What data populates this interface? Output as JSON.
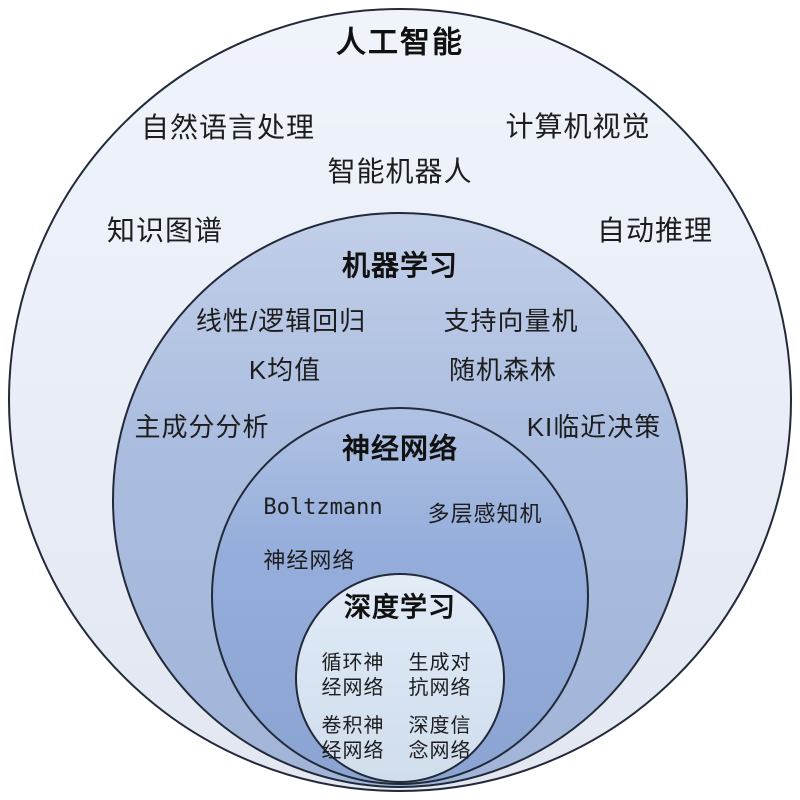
{
  "colors": {
    "outer_fill": "#e9eef8",
    "ml_fill": "#a7bade",
    "nn_fill": "#8fa9d9",
    "dl_fill": "#d7e4f3",
    "stroke": "#222a3a",
    "text": "#1d1d1d"
  },
  "circles": {
    "ai": {
      "title": "人工智能"
    },
    "ml": {
      "title": "机器学习"
    },
    "nn": {
      "title": "神经网络"
    },
    "dl": {
      "title": "深度学习"
    }
  },
  "labels": {
    "ai_items": {
      "nlp": "自然语言处理",
      "cv": "计算机视觉",
      "robot": "智能机器人",
      "kg": "知识图谱",
      "reasoning": "自动推理"
    },
    "ml_items": {
      "linear": "线性/逻辑回归",
      "svm": "支持向量机",
      "kmeans": "K均值",
      "forest": "随机森林",
      "pca": "主成分分析",
      "knn": "KI临近决策"
    },
    "nn_items": {
      "boltzmann_line1": "Boltzmann",
      "boltzmann_line2": "神经网络",
      "mlp": "多层感知机"
    },
    "dl_items": {
      "rnn": "循环神\n经网络",
      "gan": "生成对\n抗网络",
      "cnn": "卷积神\n经网络",
      "dbn": "深度信\n念网络"
    }
  }
}
